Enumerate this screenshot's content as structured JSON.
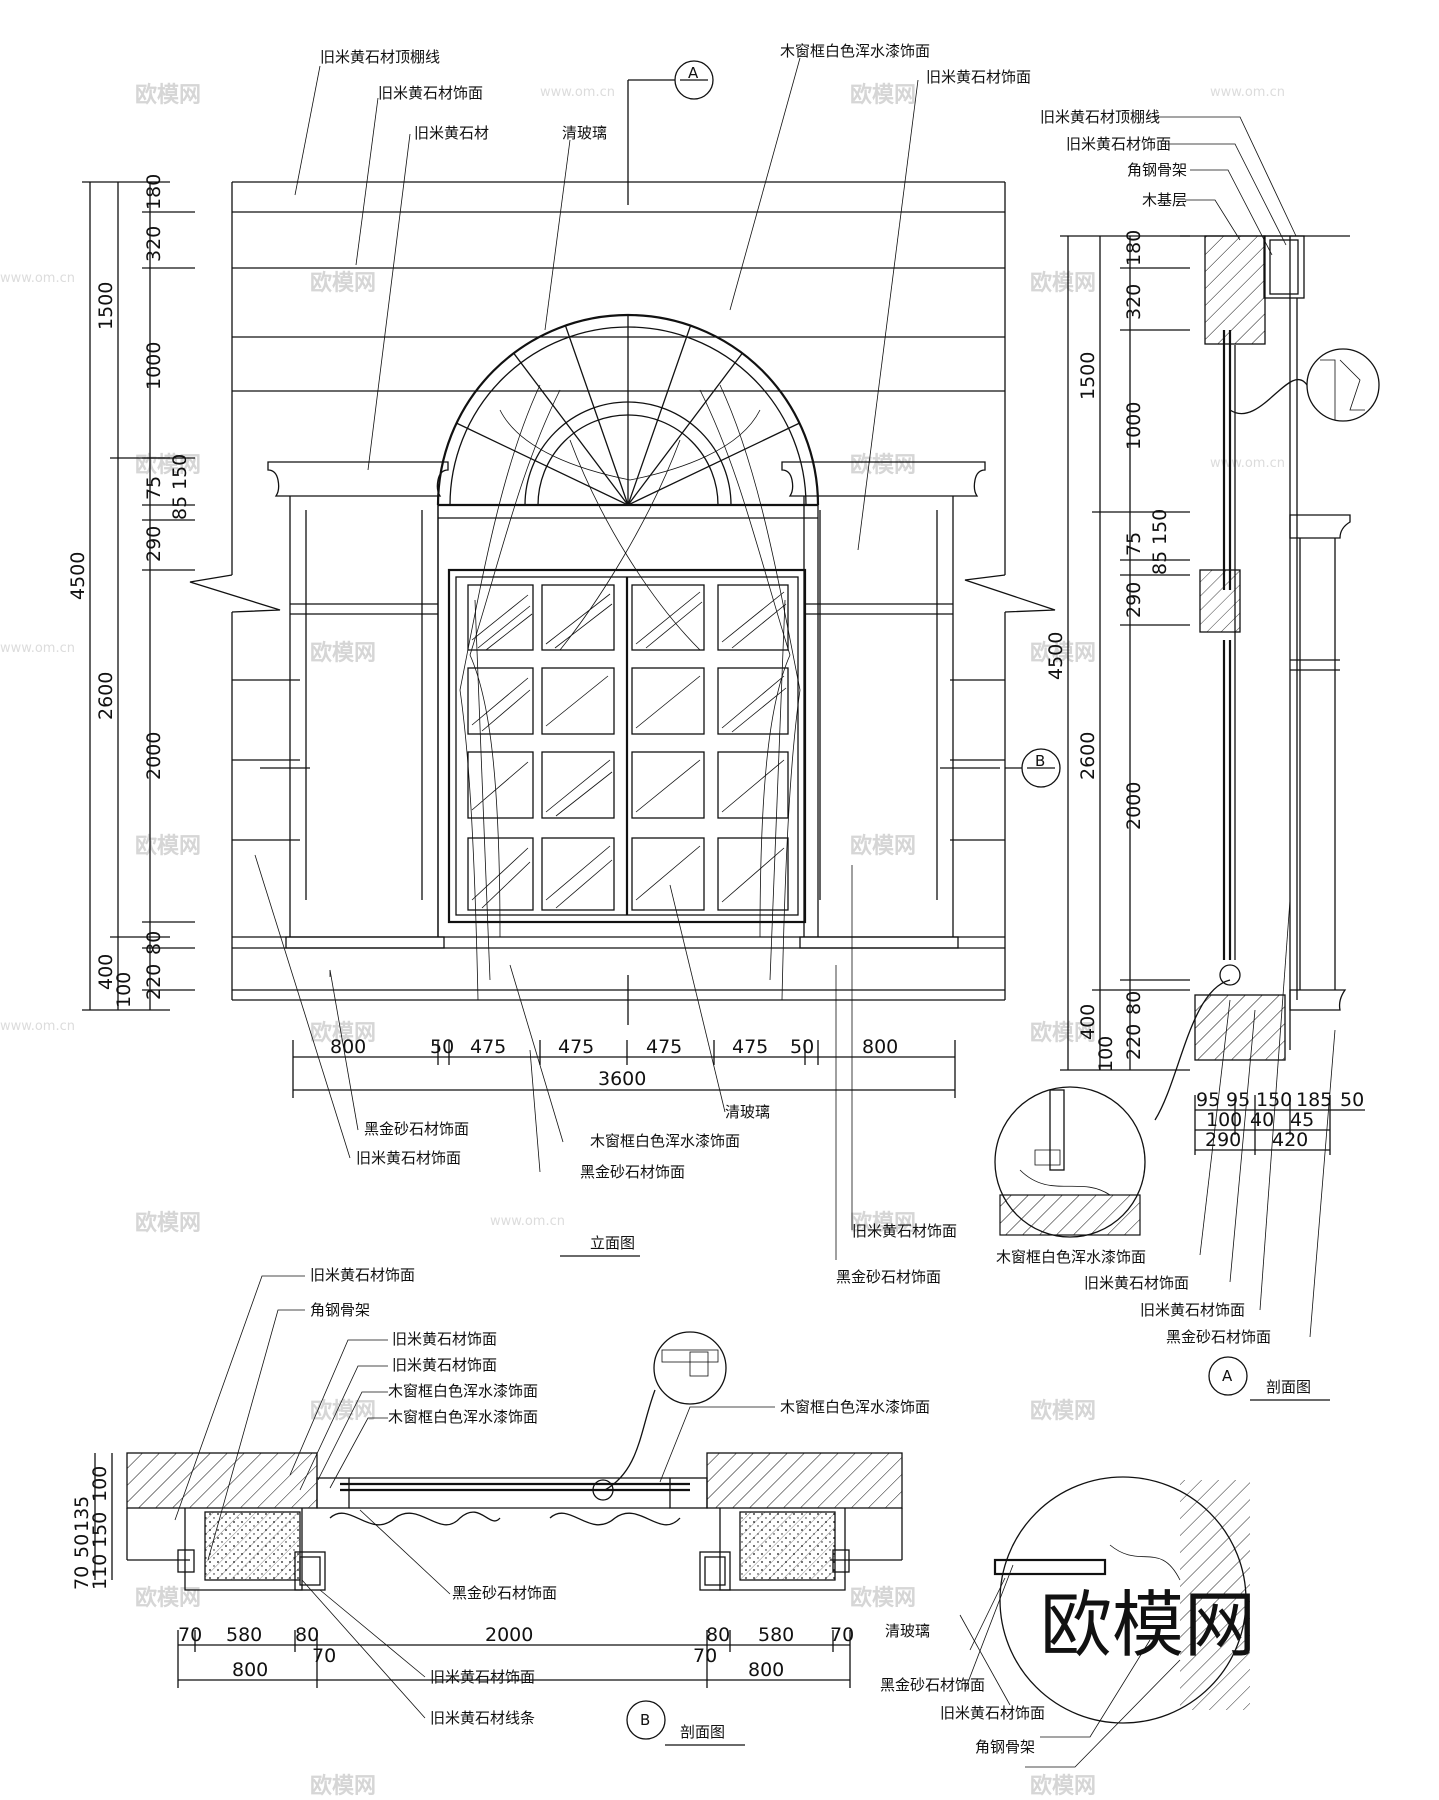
{
  "watermark": {
    "brand": "欧模网",
    "site": "www.om.cn"
  },
  "elevation": {
    "title": "立面图",
    "section_marker_a": "A",
    "section_marker_b": "B",
    "labels": {
      "cornice": "旧米黄石材顶棚线",
      "facing_1": "旧米黄石材饰面",
      "stone": "旧米黄石材",
      "glass_top": "清玻璃",
      "frame_top": "木窗框白色浑水漆饰面",
      "facing_right": "旧米黄石材饰面",
      "black_1": "黑金砂石材饰面",
      "facing_left_low": "旧米黄石材饰面",
      "frame_low": "木窗框白色浑水漆饰面",
      "black_2": "黑金砂石材饰面",
      "glass_low": "清玻璃",
      "facing_right_low": "旧米黄石材饰面",
      "black_right_low": "黑金砂石材饰面"
    },
    "dims_left_outer": [
      "4500"
    ],
    "dims_left_mid": [
      "1500",
      "2600",
      "400",
      "100"
    ],
    "dims_left_inner": [
      "320",
      "180",
      "1000",
      "290",
      "75",
      "85",
      "150",
      "2000",
      "80",
      "220"
    ],
    "dims_bottom": [
      "800",
      "50",
      "475",
      "475",
      "475",
      "475",
      "50",
      "800"
    ],
    "dim_total": "3600"
  },
  "section_a": {
    "title": "剖面图",
    "marker": "A",
    "labels": {
      "cornice": "旧米黄石材顶棚线",
      "facing": "旧米黄石材饰面",
      "steel": "角钢骨架",
      "wood": "木基层",
      "frame": "木窗框白色浑水漆饰面",
      "facing_2": "旧米黄石材饰面",
      "facing_3": "旧米黄石材饰面",
      "black": "黑金砂石材饰面"
    },
    "dims_left": [
      "4500",
      "2600",
      "1500",
      "400",
      "100"
    ],
    "dims_inner": [
      "320",
      "180",
      "1000",
      "290",
      "75",
      "85",
      "150",
      "2000",
      "80",
      "220"
    ],
    "dims_bottom_row1": [
      "95",
      "95",
      "150",
      "185",
      "50"
    ],
    "dims_bottom_row2": [
      "100",
      "40",
      "45"
    ],
    "dims_bottom_row3": [
      "290",
      "420"
    ]
  },
  "section_b": {
    "title": "剖面图",
    "marker": "B",
    "labels": {
      "facing": "旧米黄石材饰面",
      "steel": "角钢骨架",
      "facing_2": "旧米黄石材饰面",
      "facing_3": "旧米黄石材饰面",
      "frame_1": "木窗框白色浑水漆饰面",
      "frame_2": "木窗框白色浑水漆饰面",
      "frame_right": "木窗框白色浑水漆饰面",
      "black": "黑金砂石材饰面",
      "facing_low": "旧米黄石材饰面",
      "trim": "旧米黄石材线条",
      "glass": "清玻璃",
      "black_right": "黑金砂石材饰面",
      "facing_right": "旧米黄石材饰面",
      "steel_right": "角钢骨架"
    },
    "dims_left_vertical": [
      "70",
      "50",
      "110",
      "135",
      "150",
      "100"
    ],
    "dims_row1": [
      "70",
      "580",
      "80",
      "2000",
      "80",
      "580",
      "70"
    ],
    "dims_row2": [
      "800",
      "70",
      "70",
      "800"
    ]
  }
}
